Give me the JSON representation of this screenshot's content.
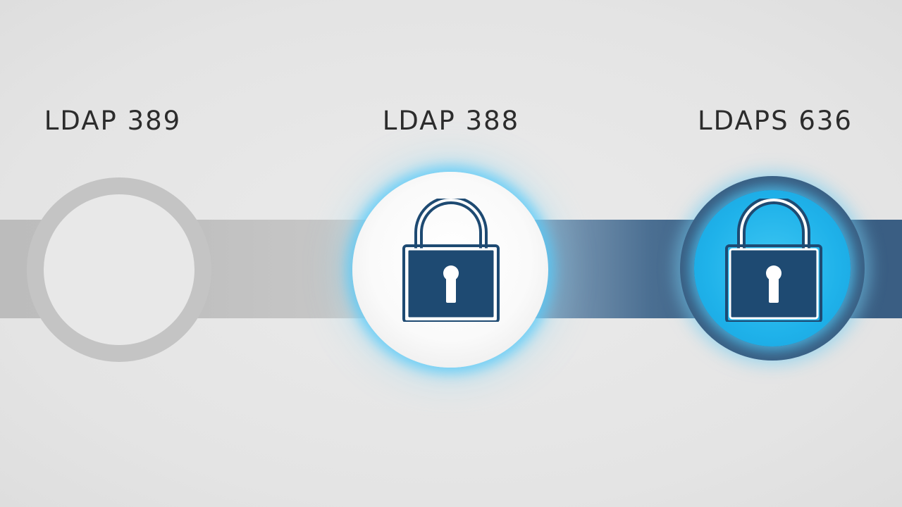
{
  "stages": [
    {
      "label": "LDAP 389",
      "state": "unsecured",
      "icon": "empty-ring"
    },
    {
      "label": "LDAP 388",
      "state": "secured",
      "icon": "lock-icon"
    },
    {
      "label": "LDAPS 636",
      "state": "secured",
      "icon": "lock-icon"
    }
  ],
  "colors": {
    "background": "#e6e6e6",
    "band_start": "#bcbcbc",
    "band_end": "#3a5e83",
    "lock_body": "#1e4a72",
    "glow": "#3fc7f2",
    "ring_gray": "#c4c4c4"
  }
}
